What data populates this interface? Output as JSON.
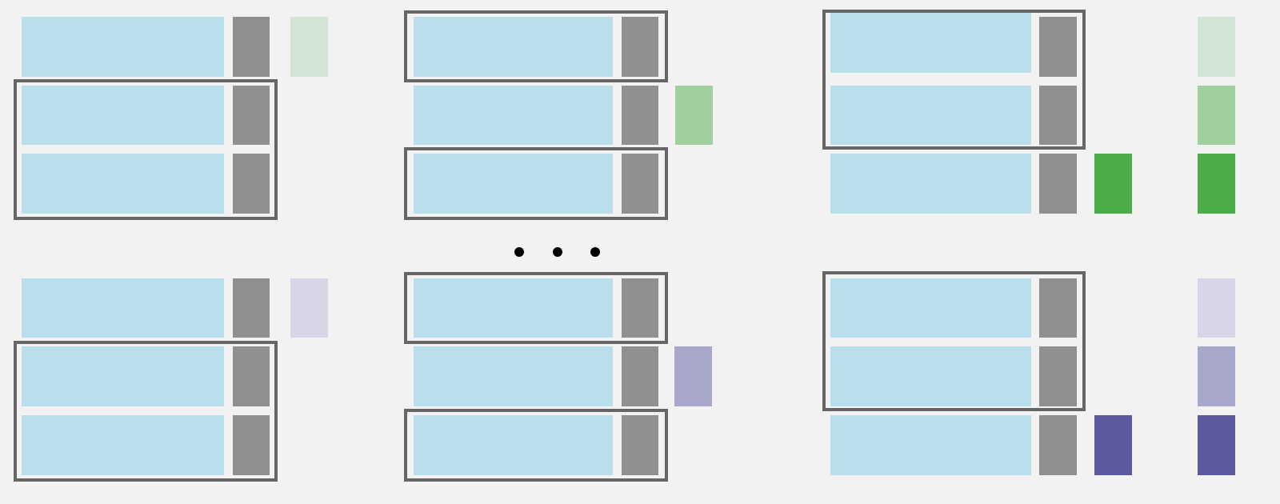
{
  "colors": {
    "background": "#f2f2f2",
    "feature_bar": "#b8dfeb",
    "index_block": "#8f8f8f",
    "frame": "#666666",
    "ellipsis_dot": "#000000"
  },
  "ellipsis": {
    "dots": 3
  },
  "rows": [
    {
      "name": "top",
      "shades": [
        "#d2e5d4",
        "#9fd09e",
        "#4aad4a"
      ]
    },
    {
      "name": "bottom",
      "shades": [
        "#d6d6e6",
        "#a8a8cc",
        "#5c5ba0"
      ]
    }
  ]
}
